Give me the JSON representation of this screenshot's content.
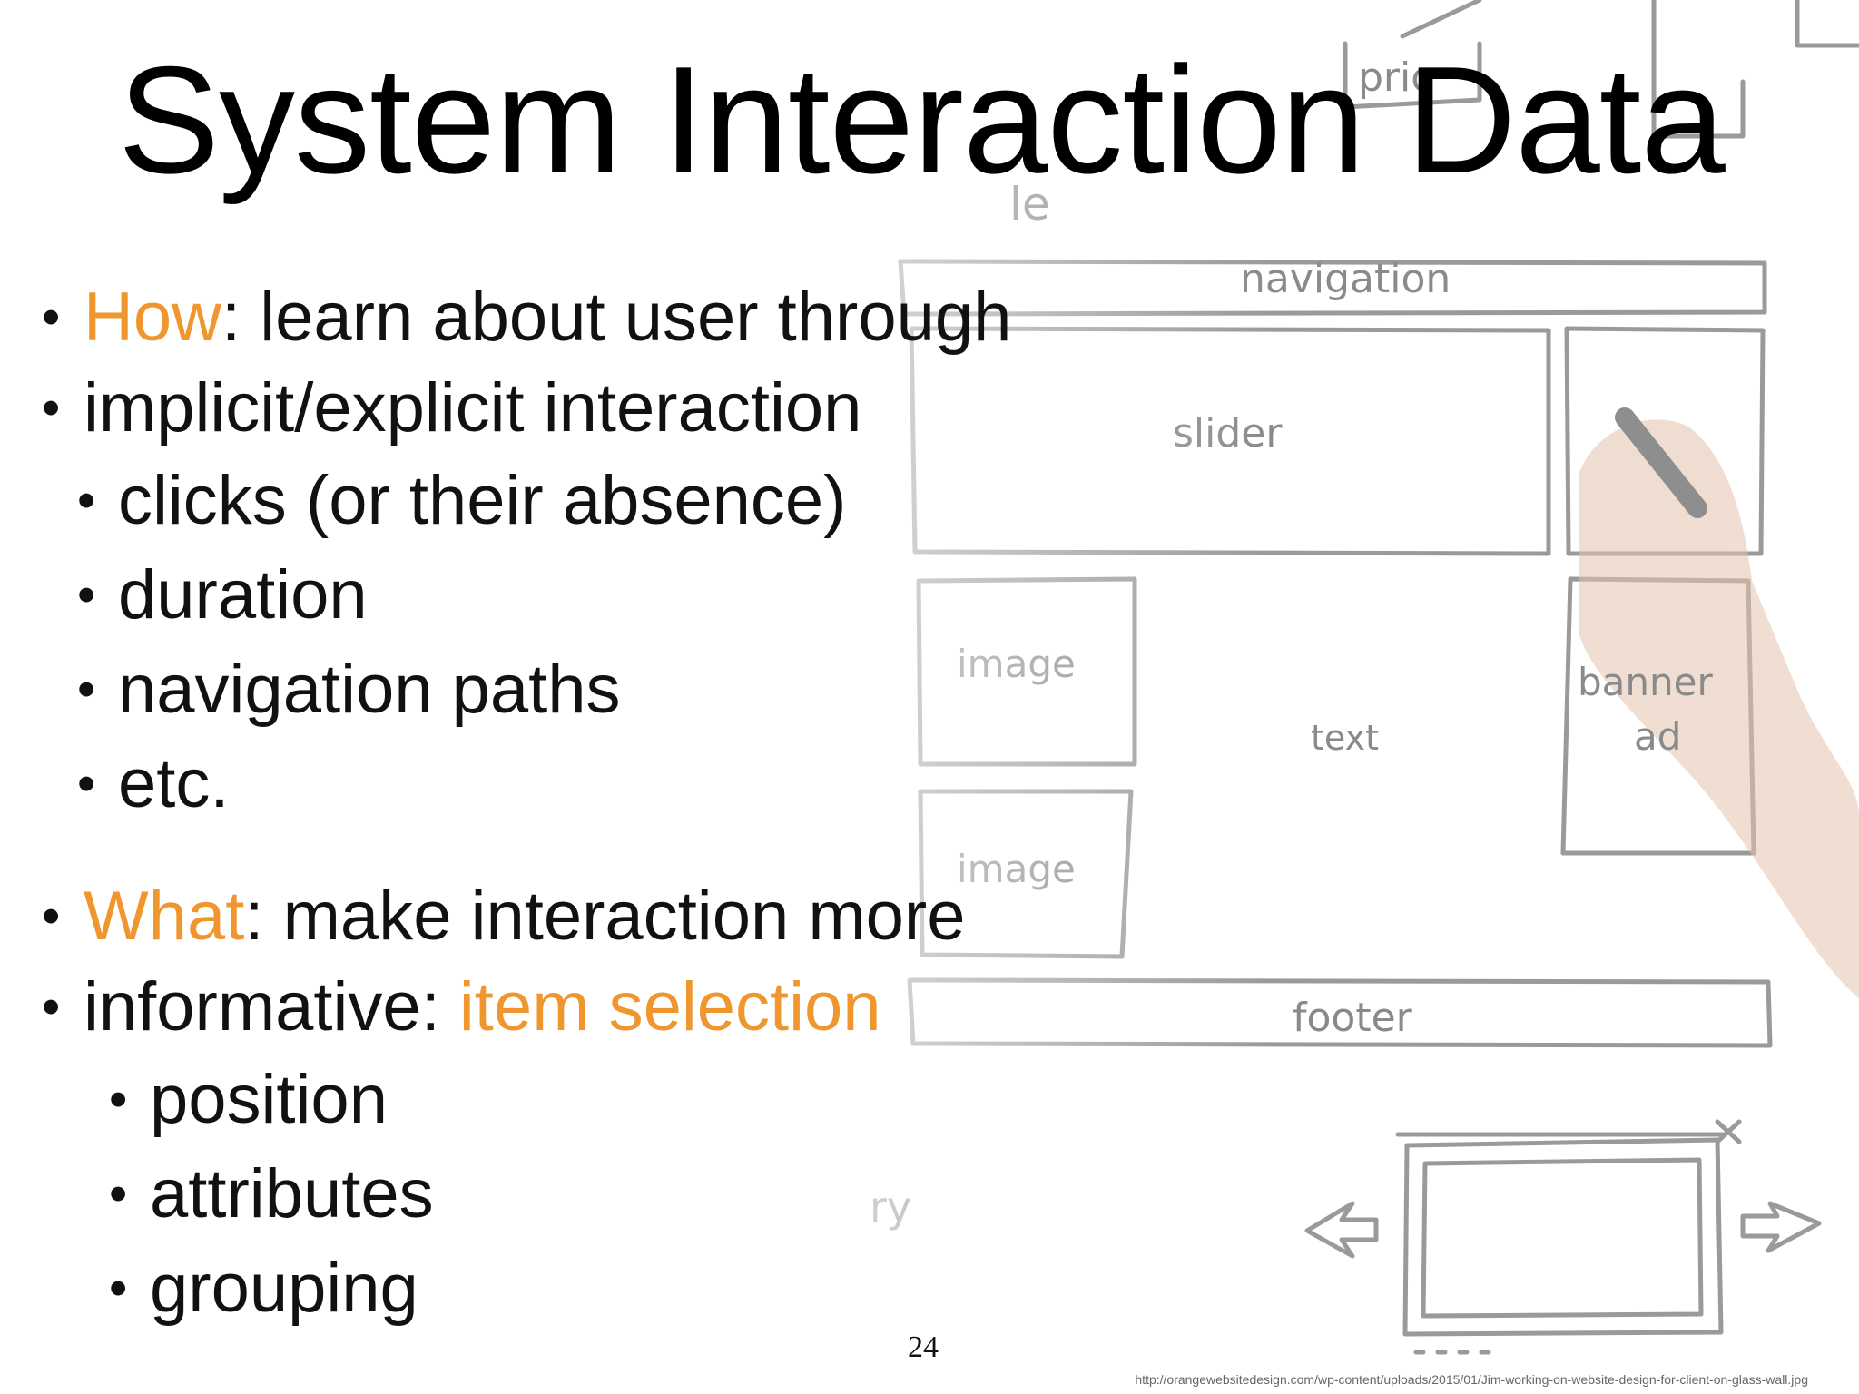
{
  "title": "System Interaction Data",
  "how": {
    "keyword": "How",
    "text": ": learn about user through",
    "continuation": "implicit/explicit interaction",
    "items": [
      "clicks (or their absence)",
      "duration",
      "navigation paths",
      "etc."
    ]
  },
  "what": {
    "keyword": "What",
    "text": ": make interaction more",
    "continuation_prefix": "informative: ",
    "continuation_highlight": "item selection",
    "items": [
      "position",
      "attributes",
      "grouping"
    ]
  },
  "page_number": "24",
  "source_url": "http://orangewebsitedesign.com/wp-content/uploads/2015/01/Jim-working-on-website-design-for-client-on-glass-wall.jpg",
  "sketch_labels": {
    "navigation": "navigation",
    "slider": "slider",
    "image_1": "image",
    "image_2": "image",
    "text": "text",
    "banner": "banner",
    "ad": "ad",
    "footer": "footer",
    "price_fragment": "pric",
    "le_fragment": "le",
    "ry_fragment": "ry"
  },
  "colors": {
    "accent": "#f0962e",
    "text": "#111111"
  }
}
